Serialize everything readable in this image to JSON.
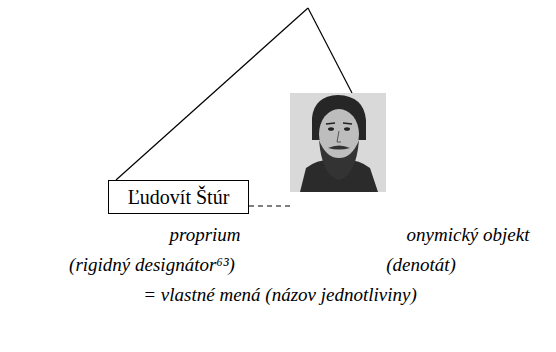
{
  "diagram": {
    "nodes": [
      {
        "text": [
          "Ľudovít Štúr"
        ]
      }
    ],
    "labels": [
      "proprium",
      "onymický objekt",
      "(rigidný designátor⁶³)",
      "(denotát)",
      "= vlastné mená (názov jednotliviny)"
    ]
  }
}
